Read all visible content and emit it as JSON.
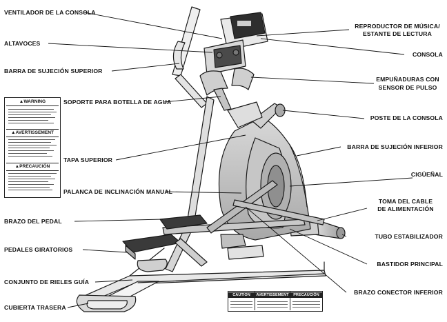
{
  "labels": {
    "ventilador": "VENTILADOR DE LA CONSOLA",
    "altavoces": "ALTAVOCES",
    "barra_superior": "BARRA DE SUJECIÓN SUPERIOR",
    "soporte_botella": "SOPORTE PARA BOTELLA DE AGUA",
    "tapa_superior": "TAPA SUPERIOR",
    "palanca": "PALANCA DE INCLINACIÓN MANUAL",
    "brazo_pedal": "BRAZO DEL PEDAL",
    "pedales": "PEDALES GIRATORIOS",
    "rieles": "CONJUNTO DE RIELES GUÍA",
    "cubierta": "CUBIERTA TRASERA",
    "reproductor_1": "REPRODUCTOR DE MÚSICA/",
    "reproductor_2": "ESTANTE DE LECTURA",
    "consola": "CONSOLA",
    "empunaduras_1": "EMPUÑADURAS CON",
    "empunaduras_2": "SENSOR DE PULSO",
    "poste": "POSTE DE LA CONSOLA",
    "barra_inferior": "BARRA DE SUJECIÓN INFERIOR",
    "ciguenal": "CIGÜEÑAL",
    "toma_1": "TOMA DEL CABLE",
    "toma_2": "DE ALIMENTACIÓN",
    "tubo": "TUBO ESTABILIZADOR",
    "bastidor": "BASTIDOR PRINCIPAL",
    "brazo_conector": "BRAZO CONECTOR INFERIOR"
  },
  "warning_panel": {
    "warning": "▲WARNING",
    "avertissement": "▲AVERTISSEMENT",
    "precaucion": "▲PRECAUCIÓN"
  },
  "caution_label": {
    "caution": "CAUTION",
    "avertissement": "AVERTISSEMENT",
    "precaucion": "PRECAUCIÓN"
  }
}
